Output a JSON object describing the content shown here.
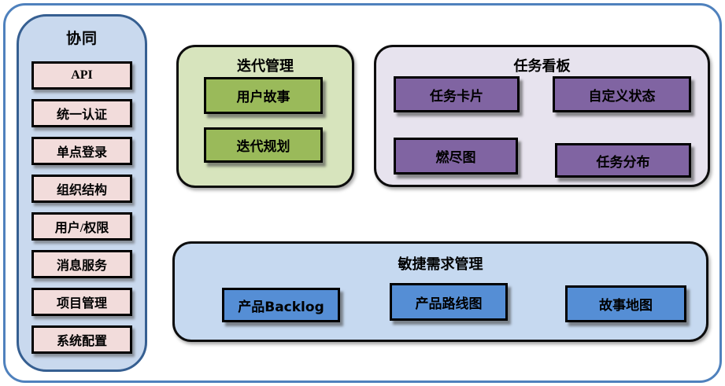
{
  "colors": {
    "outer_border": "#4f81bd",
    "sidebar_bg": "#c9d9ee",
    "sidebar_border": "#365f91",
    "sidebar_item_bg": "#f2dcdb",
    "iteration_group_bg": "#d7e4bd",
    "iteration_item_bg": "#9aba5a",
    "taskboard_group_bg": "#e7e3ee",
    "taskboard_item_bg": "#8064a2",
    "agile_group_bg": "#c6d9f0",
    "agile_item_bg": "#558ed5"
  },
  "sidebar": {
    "title": "协同",
    "items": [
      {
        "label": "API"
      },
      {
        "label": "统一认证"
      },
      {
        "label": "单点登录"
      },
      {
        "label": "组织结构"
      },
      {
        "label": "用户/权限"
      },
      {
        "label": "消息服务"
      },
      {
        "label": "项目管理"
      },
      {
        "label": "系统配置"
      }
    ]
  },
  "groups": {
    "iteration": {
      "title": "迭代管理",
      "items": [
        {
          "label": "用户故事"
        },
        {
          "label": "迭代规划"
        }
      ]
    },
    "taskboard": {
      "title": "任务看板",
      "items": [
        {
          "label": "任务卡片"
        },
        {
          "label": "自定义状态"
        },
        {
          "label": "燃尽图"
        },
        {
          "label": "任务分布"
        }
      ]
    },
    "agile": {
      "title": "敏捷需求管理",
      "items": [
        {
          "label": "产品Backlog"
        },
        {
          "label": "产品路线图"
        },
        {
          "label": "故事地图"
        }
      ]
    }
  }
}
